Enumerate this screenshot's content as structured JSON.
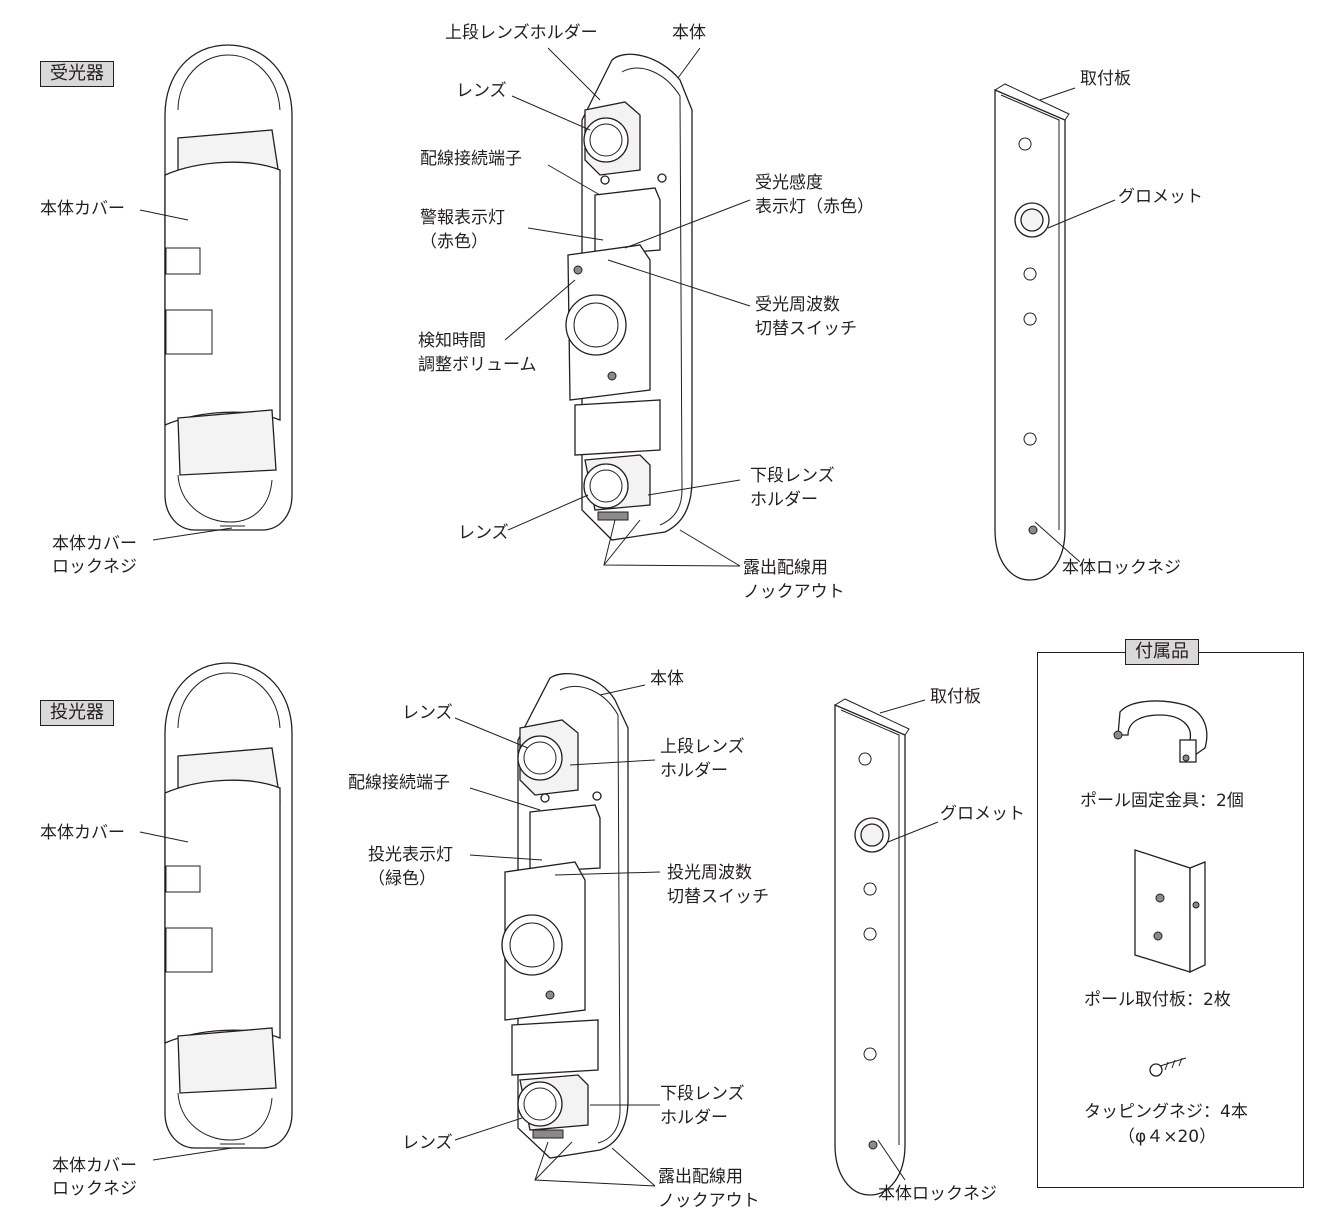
{
  "receiver": {
    "tag": "受光器",
    "cover": {
      "cover_label": "本体カバー",
      "lock_screw_label_1": "本体カバー",
      "lock_screw_label_2": "ロックネジ"
    },
    "body": {
      "upper_lens_holder": "上段レンズホルダー",
      "body": "本体",
      "lens_upper": "レンズ",
      "wiring_terminal": "配線接続端子",
      "alarm_lamp_1": "警報表示灯",
      "alarm_lamp_2": "（赤色）",
      "sensitivity_lamp_1": "受光感度",
      "sensitivity_lamp_2": "表示灯（赤色）",
      "freq_switch_1": "受光周波数",
      "freq_switch_2": "切替スイッチ",
      "detect_time_1": "検知時間",
      "detect_time_2": "調整ボリューム",
      "lower_lens_holder_1": "下段レンズ",
      "lower_lens_holder_2": "ホルダー",
      "lens_lower": "レンズ",
      "knockout_1": "露出配線用",
      "knockout_2": "ノックアウト"
    },
    "plate": {
      "mounting_plate": "取付板",
      "grommet": "グロメット",
      "lock_screw": "本体ロックネジ"
    }
  },
  "transmitter": {
    "tag": "投光器",
    "cover": {
      "cover_label": "本体カバー",
      "lock_screw_label_1": "本体カバー",
      "lock_screw_label_2": "ロックネジ"
    },
    "body": {
      "body": "本体",
      "lens_upper": "レンズ",
      "upper_lens_holder_1": "上段レンズ",
      "upper_lens_holder_2": "ホルダー",
      "wiring_terminal": "配線接続端子",
      "emit_lamp_1": "投光表示灯",
      "emit_lamp_2": "（緑色）",
      "freq_switch_1": "投光周波数",
      "freq_switch_2": "切替スイッチ",
      "lower_lens_holder_1": "下段レンズ",
      "lower_lens_holder_2": "ホルダー",
      "lens_lower": "レンズ",
      "knockout_1": "露出配線用",
      "knockout_2": "ノックアウト"
    },
    "plate": {
      "mounting_plate": "取付板",
      "grommet": "グロメット",
      "lock_screw": "本体ロックネジ"
    }
  },
  "accessories": {
    "title": "付属品",
    "pole_bracket": "ポール固定金具：2個",
    "pole_plate": "ポール取付板：2枚",
    "tapping_screw_1": "タッピングネジ：4本",
    "tapping_screw_2": "（φ４×20）"
  }
}
